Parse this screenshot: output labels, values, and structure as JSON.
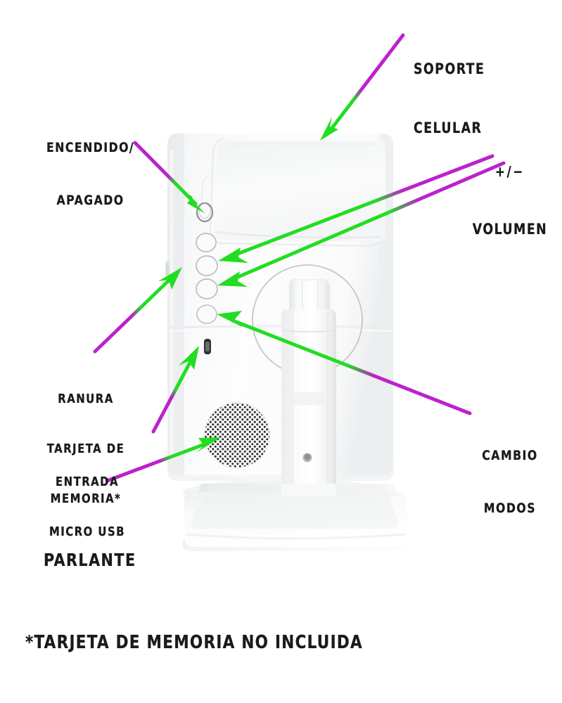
{
  "diagram": {
    "title": "Soporte celular con parlante - vista trasera anotada",
    "background_color": "#ffffff",
    "text_color": "#1a1a1a",
    "leader_colors": {
      "start": "#bb22cc",
      "end": "#22dd22",
      "magenta": "#bb22cc",
      "green": "#22dd22"
    }
  },
  "labels": {
    "soporte_celular": {
      "line1": "SOPORTE",
      "line2": "CELULAR"
    },
    "encendido_apagado": {
      "line1": "ENCENDIDO/",
      "line2": "APAGADO"
    },
    "volumen": {
      "symbol": "+/−",
      "line1": "VOLUMEN"
    },
    "ranura_tarjeta": {
      "line1": "RANURA",
      "line2": "TARJETA DE",
      "line3": "MEMORIA*"
    },
    "entrada_micro_usb": {
      "line1": "ENTRADA",
      "line2": "MICRO USB"
    },
    "parlante": {
      "line1": "PARLANTE"
    },
    "cambio_modos": {
      "line1": "CAMBIO",
      "line2": "MODOS"
    },
    "footnote": {
      "text": "*TARJETA DE MEMORIA NO INCLUIDA"
    }
  },
  "device": {
    "name": "phone-stand-speaker",
    "body_color": "#fdfdfd",
    "shadow_color": "#e6e8ea",
    "parts": {
      "phone_cradle": "recessed rounded rectangle at top of back panel",
      "button_count": 5,
      "buttons": [
        {
          "name": "power-button",
          "order": 1
        },
        {
          "name": "button-2",
          "order": 2
        },
        {
          "name": "volume-up-button",
          "order": 3
        },
        {
          "name": "volume-down-button",
          "order": 4
        },
        {
          "name": "mode-button",
          "order": 5
        }
      ],
      "micro_usb_port": "micro usb port below buttons",
      "memory_card_slot": "thin slot on left edge",
      "speaker_grille": "circular perforated dot grille",
      "rotating_mount": "circular swivel outline",
      "stand_arm": "vertical stand arm with screw hole",
      "base": "rounded rectangular base plate"
    }
  }
}
